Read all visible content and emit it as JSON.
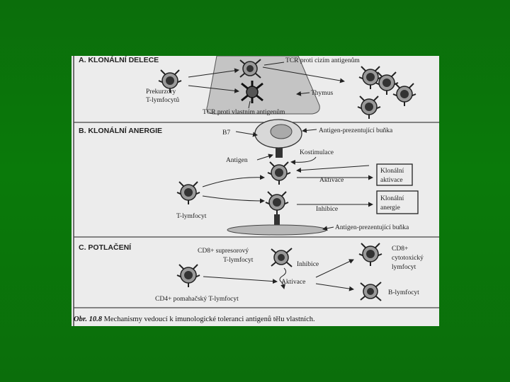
{
  "figure": {
    "section_a": {
      "title": "A. KLONÁLNÍ DELECE",
      "precursor_line1": "Prekurzory",
      "precursor_line2": "T-lymfocytů",
      "tcr_foreign": "TCR proti cizím antigenům",
      "thymus": "Thymus",
      "tcr_self": "TCR proti vlastním antigenům"
    },
    "section_b": {
      "title": "B. KLONÁLNÍ ANERGIE",
      "b7": "B7",
      "apc_top": "Antigen-prezentující buňka",
      "costim": "Kostimulace",
      "antigen": "Antigen",
      "activation": "Aktivace",
      "box1_line1": "Klonální",
      "box1_line2": "aktivace",
      "box2_line1": "Klonální",
      "box2_line2": "anergie",
      "inhibition": "Inhibice",
      "t_lymph": "T-lymfocyt",
      "apc_bottom": "Antigen-prezentující buňka"
    },
    "section_c": {
      "title": "C. POTLAČENÍ",
      "cd8_sup_line1": "CD8+ supresorový",
      "cd8_sup_line2": "T-lymfocyt",
      "inhibition": "Inhibice",
      "activation": "Aktivace",
      "cd8_cyto_line1": "CD8+",
      "cd8_cyto_line2": "cytotoxický",
      "cd8_cyto_line3": "lymfocyt",
      "b_lymph": "B-lymfocyt",
      "cd4": "CD4+ pomahačský T-lymfocyt"
    },
    "caption_prefix": "Obr. 10.8",
    "caption_text": " Mechanismy vedoucí k imunologické toleranci antigenů tělu vlastních."
  },
  "colors": {
    "background": "#0b6e0b",
    "figure_bg": "#ececec",
    "ink": "#222222",
    "cell_fill": "#9a9a9a",
    "thymus_fill": "#c4c4c4"
  }
}
